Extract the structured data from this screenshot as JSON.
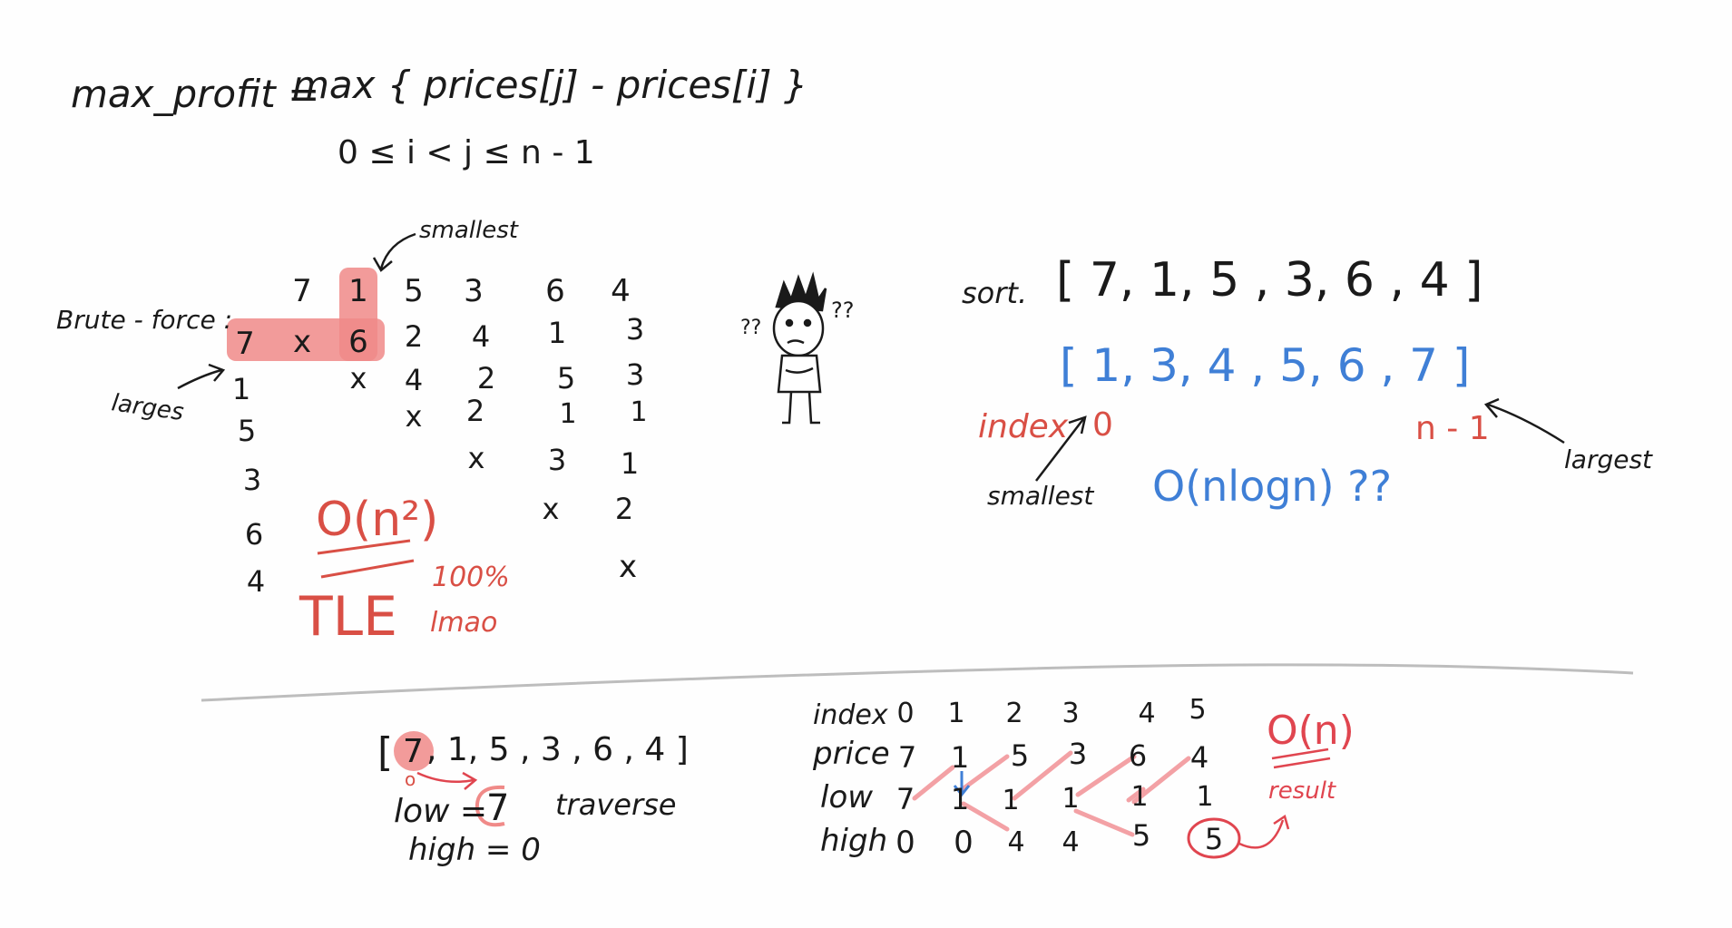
{
  "colors": {
    "ink": "#1a1a1a",
    "red": "#d94f45",
    "highlight": "#f08a88",
    "blue": "#3f7fd6",
    "divider": "#bdbdbd"
  },
  "formula": {
    "lhs": "max_profit =",
    "rhs": "max { prices[j] - prices[i] }",
    "constraint": "0 ≤ i < j ≤ n - 1"
  },
  "brute_force": {
    "label": "Brute - force :",
    "smallest_label": "smallest",
    "largest_label": "larges",
    "header": [
      "7",
      "1",
      "5",
      "3",
      "6",
      "4"
    ],
    "row_headers": [
      "7",
      "1",
      "5",
      "3",
      "6",
      "4"
    ],
    "cross": "x",
    "cells": [
      "6",
      "2",
      "4",
      "1",
      "3",
      "4",
      "2",
      "5",
      "3",
      "2",
      "1",
      "1",
      "3",
      "1",
      "2"
    ],
    "complexity": "O(n²)",
    "tle": "TLE",
    "tle_note_1": "100%",
    "tle_note_2": "lmao"
  },
  "confused": {
    "marks_left": "??",
    "marks_right": "??"
  },
  "sort": {
    "label": "sort.",
    "input": "[ 7,  1,  5 , 3,  6 , 4 ]",
    "sorted": "[ 1,   3,   4 ,  5,   6 ,  7 ]",
    "index_label": "index",
    "index_zero": "0",
    "smallest_label": "smallest",
    "last_index": "n - 1",
    "largest_label": "largest",
    "complexity": "O(nlogn) ??"
  },
  "traverse": {
    "array_prefix": "[",
    "first": "7",
    "array_rest": ", 1,  5 , 3 , 6 ,  4 ]",
    "pointer": "o",
    "low_line": "low = ",
    "low_value": "7",
    "high_line": "high = 0",
    "label": "traverse"
  },
  "table": {
    "rows": [
      {
        "label": "index",
        "values": [
          "0",
          "1",
          "2",
          "3",
          "4",
          "5"
        ]
      },
      {
        "label": "price",
        "values": [
          "7",
          "1",
          "5",
          "3",
          "6",
          "4"
        ]
      },
      {
        "label": "low",
        "values": [
          "7",
          "1",
          "1",
          "1",
          "1",
          "1"
        ]
      },
      {
        "label": "high",
        "values": [
          "0",
          "0",
          "4",
          "4",
          "5",
          "5"
        ]
      }
    ],
    "complexity": "O(n)",
    "result_label": "result"
  }
}
